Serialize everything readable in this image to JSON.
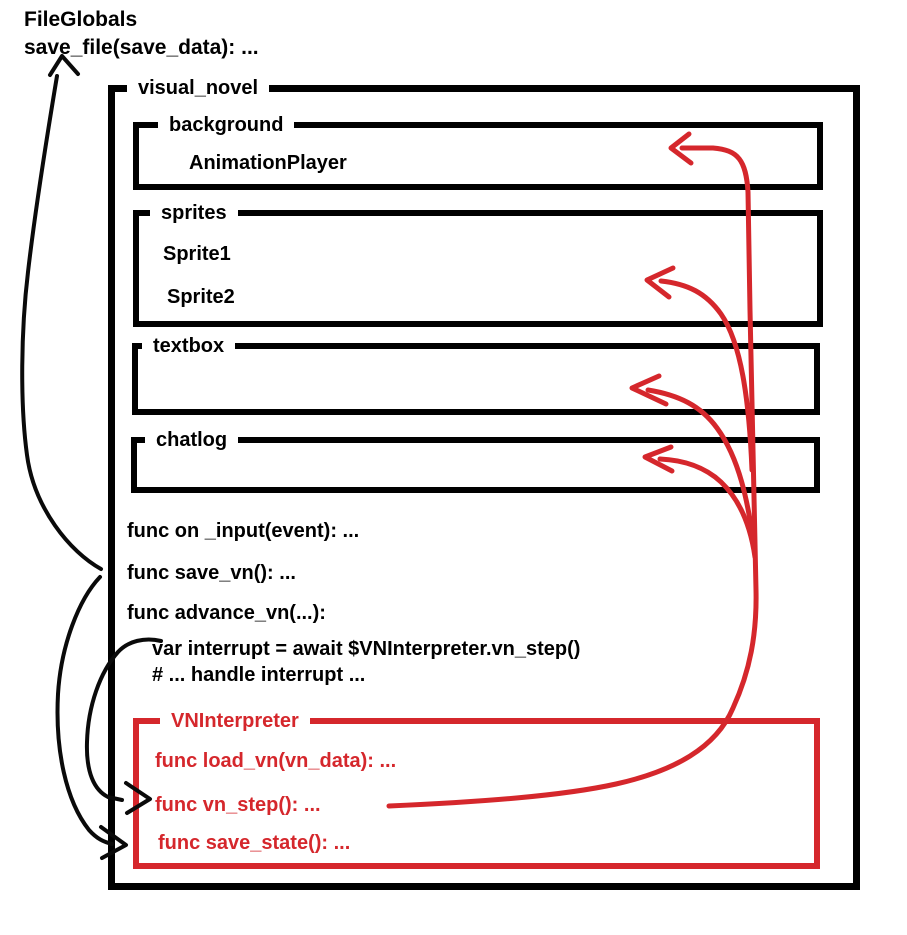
{
  "colors": {
    "ink": "#000000",
    "accent_red": "#d5272c",
    "background": "#ffffff"
  },
  "globals": {
    "title": "FileGlobals",
    "save_file_line": "save_file(save_data): ..."
  },
  "scene": {
    "root_label": "visual_novel",
    "nodes": [
      {
        "label": "background",
        "children": [
          "AnimationPlayer"
        ]
      },
      {
        "label": "sprites",
        "children": [
          "Sprite1",
          "Sprite2"
        ]
      },
      {
        "label": "textbox",
        "children": []
      },
      {
        "label": "chatlog",
        "children": []
      }
    ],
    "functions": [
      "func on _input(event): ...",
      "func save_vn(): ...",
      "func advance_vn(...):"
    ],
    "advance_vn_body": [
      "var interrupt = await $VNInterpreter.vn_step()",
      "# ... handle interrupt ..."
    ],
    "interpreter": {
      "label": "VNInterpreter",
      "functions": [
        "func load_vn(vn_data): ...",
        "func vn_step(): ...",
        "func save_state(): ..."
      ]
    }
  }
}
